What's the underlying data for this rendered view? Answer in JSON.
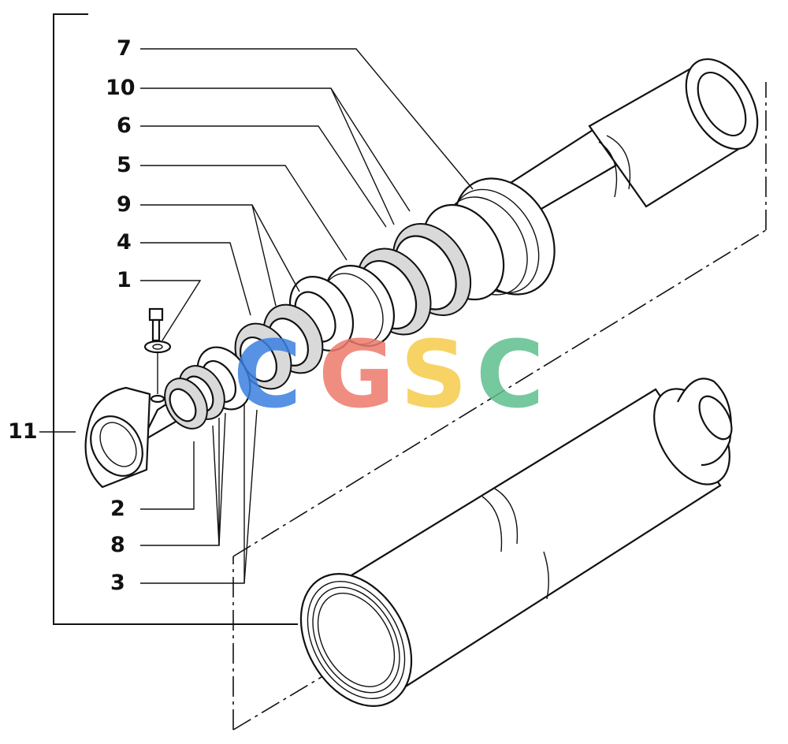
{
  "callouts": {
    "c7": "7",
    "c10": "10",
    "c6": "6",
    "c5": "5",
    "c9": "9",
    "c4": "4",
    "c1": "1",
    "c11": "11",
    "c2": "2",
    "c8": "8",
    "c3": "3"
  },
  "watermark": {
    "letters": [
      "C",
      "G",
      "S",
      "C"
    ],
    "colors": [
      "#3a7fe0",
      "#ee7a6c",
      "#f5cc4a",
      "#5fbf8f"
    ]
  },
  "colors": {
    "ink": "#111111",
    "paper": "#ffffff"
  }
}
